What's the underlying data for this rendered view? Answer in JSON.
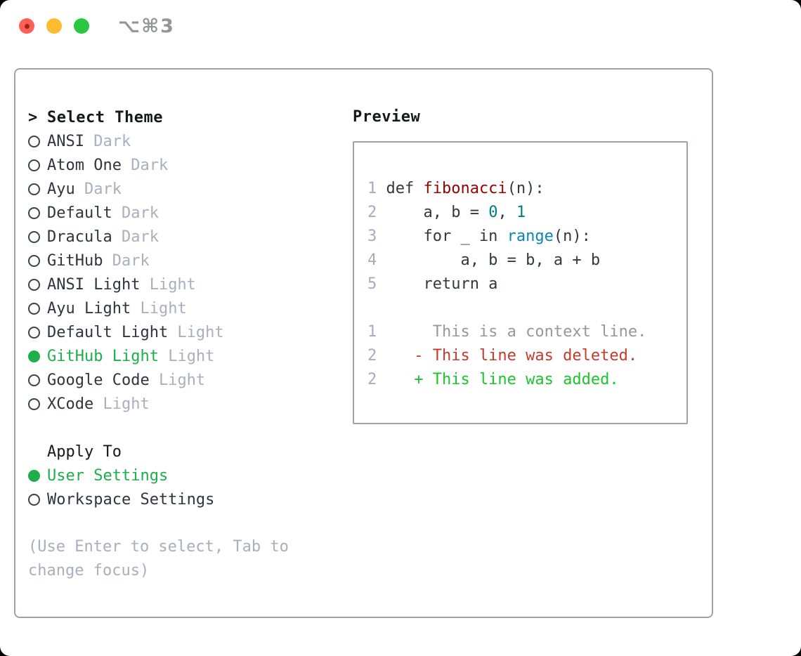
{
  "window": {
    "title": "⌥⌘3"
  },
  "titlebar": {
    "buttons": [
      "close",
      "minimize",
      "zoom"
    ]
  },
  "select_theme": {
    "cursor": ">",
    "title": "Select Theme",
    "items": [
      {
        "name": "ANSI",
        "variant": "Dark",
        "selected": false
      },
      {
        "name": "Atom One",
        "variant": "Dark",
        "selected": false
      },
      {
        "name": "Ayu",
        "variant": "Dark",
        "selected": false
      },
      {
        "name": "Default",
        "variant": "Dark",
        "selected": false
      },
      {
        "name": "Dracula",
        "variant": "Dark",
        "selected": false
      },
      {
        "name": "GitHub",
        "variant": "Dark",
        "selected": false
      },
      {
        "name": "ANSI Light",
        "variant": "Light",
        "selected": false
      },
      {
        "name": "Ayu Light",
        "variant": "Light",
        "selected": false
      },
      {
        "name": "Default Light",
        "variant": "Light",
        "selected": false
      },
      {
        "name": "GitHub Light",
        "variant": "Light",
        "selected": true
      },
      {
        "name": "Google Code",
        "variant": "Light",
        "selected": false
      },
      {
        "name": "XCode",
        "variant": "Light",
        "selected": false
      }
    ]
  },
  "apply_to": {
    "title": "Apply To",
    "items": [
      {
        "name": "User Settings",
        "selected": true
      },
      {
        "name": "Workspace Settings",
        "selected": false
      }
    ]
  },
  "hint": "(Use Enter to select, Tab to change focus)",
  "preview": {
    "title": "Preview",
    "lines": [
      {
        "num": "1",
        "segs": [
          [
            "def ",
            "default"
          ],
          [
            "fibonacci",
            "function"
          ],
          [
            "(n):",
            "default"
          ]
        ]
      },
      {
        "num": "2",
        "segs": [
          [
            "    a, b = ",
            "default"
          ],
          [
            "0",
            "number"
          ],
          [
            ", ",
            "default"
          ],
          [
            "1",
            "number"
          ]
        ]
      },
      {
        "num": "3",
        "segs": [
          [
            "    for _ in ",
            "default"
          ],
          [
            "range",
            "builtin"
          ],
          [
            "(n):",
            "default"
          ]
        ]
      },
      {
        "num": "4",
        "segs": [
          [
            "        a, b = b, a + b",
            "default"
          ]
        ]
      },
      {
        "num": "5",
        "segs": [
          [
            "    return a",
            "default"
          ]
        ]
      },
      {
        "num": "",
        "segs": []
      },
      {
        "num": "1",
        "segs": [
          [
            "     This is a context line.",
            "context"
          ]
        ]
      },
      {
        "num": "2",
        "segs": [
          [
            "   - This line was deleted.",
            "deletion"
          ]
        ]
      },
      {
        "num": "2",
        "segs": [
          [
            "   + This line was added.",
            "addition"
          ]
        ]
      }
    ]
  },
  "colors": {
    "accent_green": "#1daf4b",
    "border_gray": "#9aa3ae",
    "text_dark": "#2f353d",
    "muted": "#a8b0bc",
    "lineno": "#a4adbd",
    "default": "#32383f",
    "function": "#990000",
    "number": "#007f80",
    "builtin": "#0a86b4",
    "context": "#96989b",
    "deletion": "#c53b29",
    "addition": "#19c62b",
    "traffic_close": "#ff5f57",
    "traffic_min": "#febc2e",
    "traffic_max": "#28c840"
  }
}
